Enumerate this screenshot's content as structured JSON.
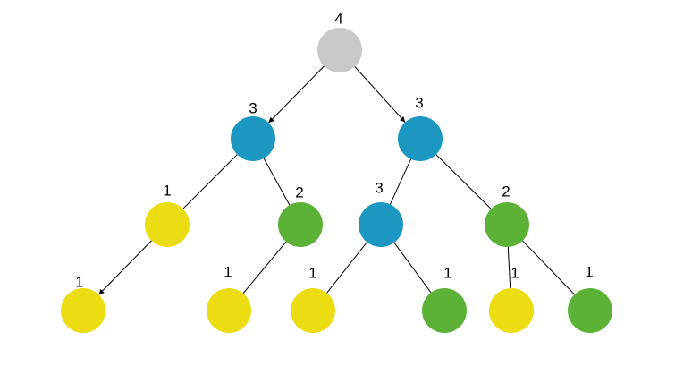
{
  "colors": {
    "gray": "#c8c8c8",
    "blue": "#1b97c2",
    "green": "#5bb237",
    "yellow": "#ecdc12",
    "edge": "#000000"
  },
  "tree": {
    "nodes": [
      {
        "id": "n0",
        "color": "gray",
        "value": "4"
      },
      {
        "id": "n1",
        "color": "blue",
        "value": "3"
      },
      {
        "id": "n2",
        "color": "blue",
        "value": "3"
      },
      {
        "id": "n3",
        "color": "yellow",
        "value": "1"
      },
      {
        "id": "n4",
        "color": "green",
        "value": "2"
      },
      {
        "id": "n5",
        "color": "blue",
        "value": "3"
      },
      {
        "id": "n6",
        "color": "green",
        "value": "2"
      },
      {
        "id": "n7",
        "color": "yellow",
        "value": "1"
      },
      {
        "id": "n8",
        "color": "yellow",
        "value": "1"
      },
      {
        "id": "n9",
        "color": "yellow",
        "value": "1"
      },
      {
        "id": "n10",
        "color": "green",
        "value": "1"
      },
      {
        "id": "n11",
        "color": "yellow",
        "value": "1"
      },
      {
        "id": "n12",
        "color": "green",
        "value": "1"
      }
    ],
    "edges": [
      {
        "from": "n0",
        "to": "n1",
        "arrow": true
      },
      {
        "from": "n0",
        "to": "n2",
        "arrow": true
      },
      {
        "from": "n1",
        "to": "n3",
        "arrow": false
      },
      {
        "from": "n1",
        "to": "n4",
        "arrow": false
      },
      {
        "from": "n2",
        "to": "n5",
        "arrow": false
      },
      {
        "from": "n2",
        "to": "n6",
        "arrow": false
      },
      {
        "from": "n3",
        "to": "n7",
        "arrow": true
      },
      {
        "from": "n4",
        "to": "n8",
        "arrow": false
      },
      {
        "from": "n5",
        "to": "n9",
        "arrow": false
      },
      {
        "from": "n5",
        "to": "n10",
        "arrow": false
      },
      {
        "from": "n6",
        "to": "n11",
        "arrow": false
      },
      {
        "from": "n6",
        "to": "n12",
        "arrow": false
      }
    ]
  }
}
